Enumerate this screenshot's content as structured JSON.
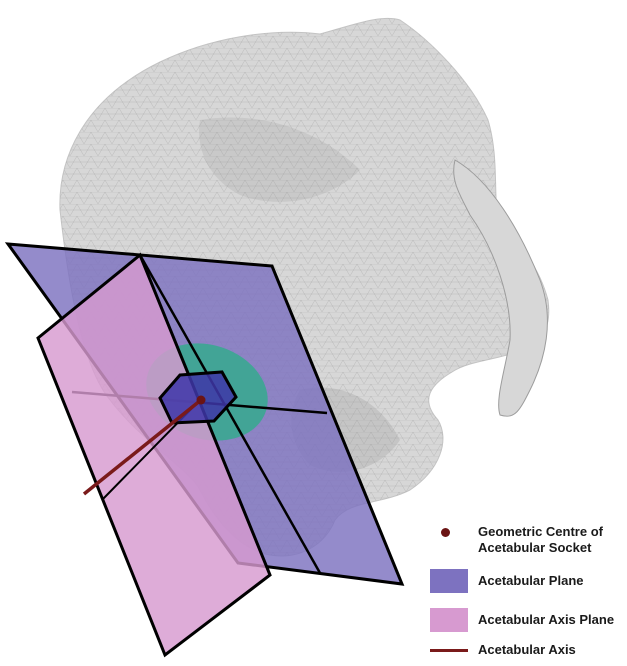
{
  "colors": {
    "bone_fill": "#d7d7d7",
    "bone_mesh": "#9c9c9c",
    "acetabular_plane": "#7d72c0",
    "acetabular_axis_plane": "#d79ad0",
    "socket_rim": "#3aa791",
    "axis_line": "#7a1a1a",
    "centre_point": "#6b1414",
    "plane_edge": "#000000"
  },
  "legend": {
    "centre": {
      "label_line1": "Geometric Centre of",
      "label_line2": "Acetabular Socket",
      "icon": "dot"
    },
    "plane": {
      "label": "Acetabular Plane",
      "icon": "filled-square"
    },
    "axis_plane": {
      "label": "Acetabular Axis Plane",
      "icon": "filled-square"
    },
    "axis": {
      "label": "Acetabular Axis",
      "icon": "line"
    }
  }
}
